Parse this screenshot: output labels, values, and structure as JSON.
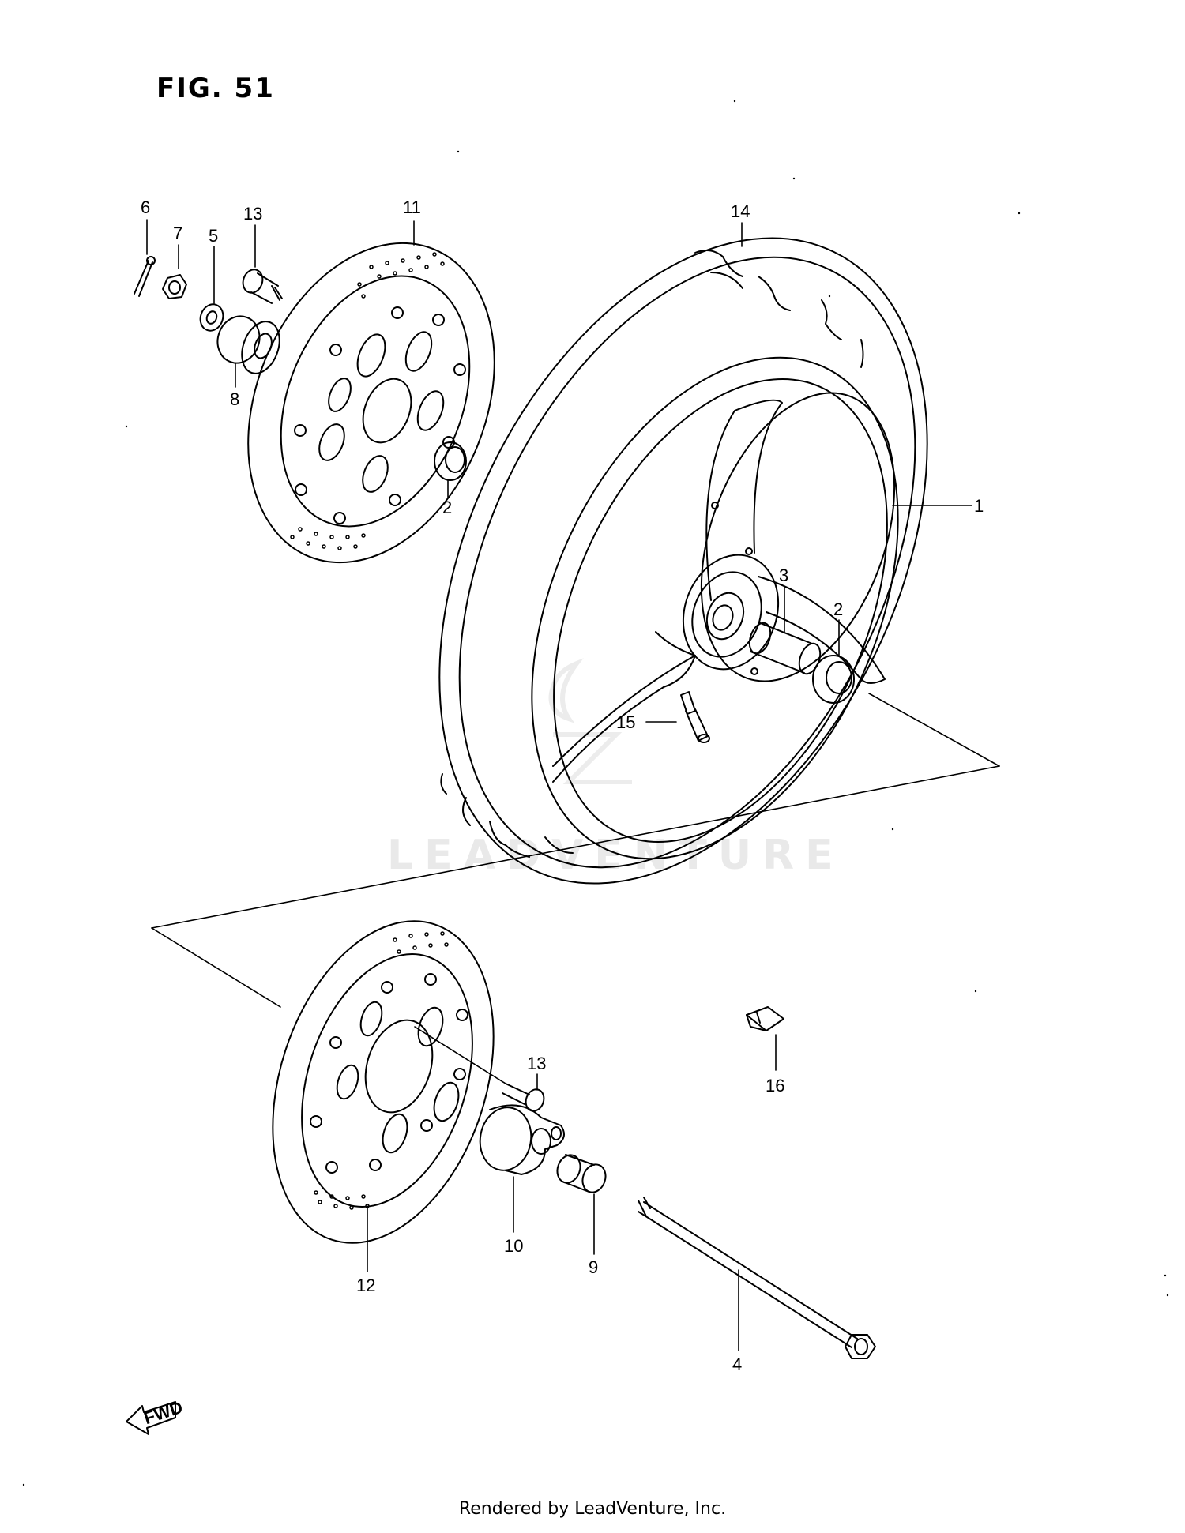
{
  "figure": {
    "title": "FIG. 51"
  },
  "watermark": "LEADVENTURE",
  "footer": "Rendered by LeadVenture, Inc.",
  "fwd_label": "FWD",
  "callouts": [
    "1",
    "2",
    "2",
    "3",
    "4",
    "5",
    "6",
    "7",
    "8",
    "9",
    "10",
    "11",
    "12",
    "13",
    "13",
    "14",
    "15",
    "16"
  ],
  "parts": [
    {
      "ref": "1",
      "name": "wheel rim"
    },
    {
      "ref": "2",
      "name": "bearing"
    },
    {
      "ref": "3",
      "name": "spacer"
    },
    {
      "ref": "4",
      "name": "axle"
    },
    {
      "ref": "5",
      "name": "washer"
    },
    {
      "ref": "6",
      "name": "cotter pin"
    },
    {
      "ref": "7",
      "name": "nut"
    },
    {
      "ref": "8",
      "name": "collar"
    },
    {
      "ref": "9",
      "name": "spacer"
    },
    {
      "ref": "10",
      "name": "speedometer gearbox"
    },
    {
      "ref": "11",
      "name": "brake disc"
    },
    {
      "ref": "12",
      "name": "brake disc"
    },
    {
      "ref": "13",
      "name": "disc bolt"
    },
    {
      "ref": "14",
      "name": "tire"
    },
    {
      "ref": "15",
      "name": "valve"
    },
    {
      "ref": "16",
      "name": "balance weight"
    }
  ],
  "colors": {
    "ink": "#000000",
    "background": "#ffffff",
    "watermark": "#e9e9e9"
  }
}
